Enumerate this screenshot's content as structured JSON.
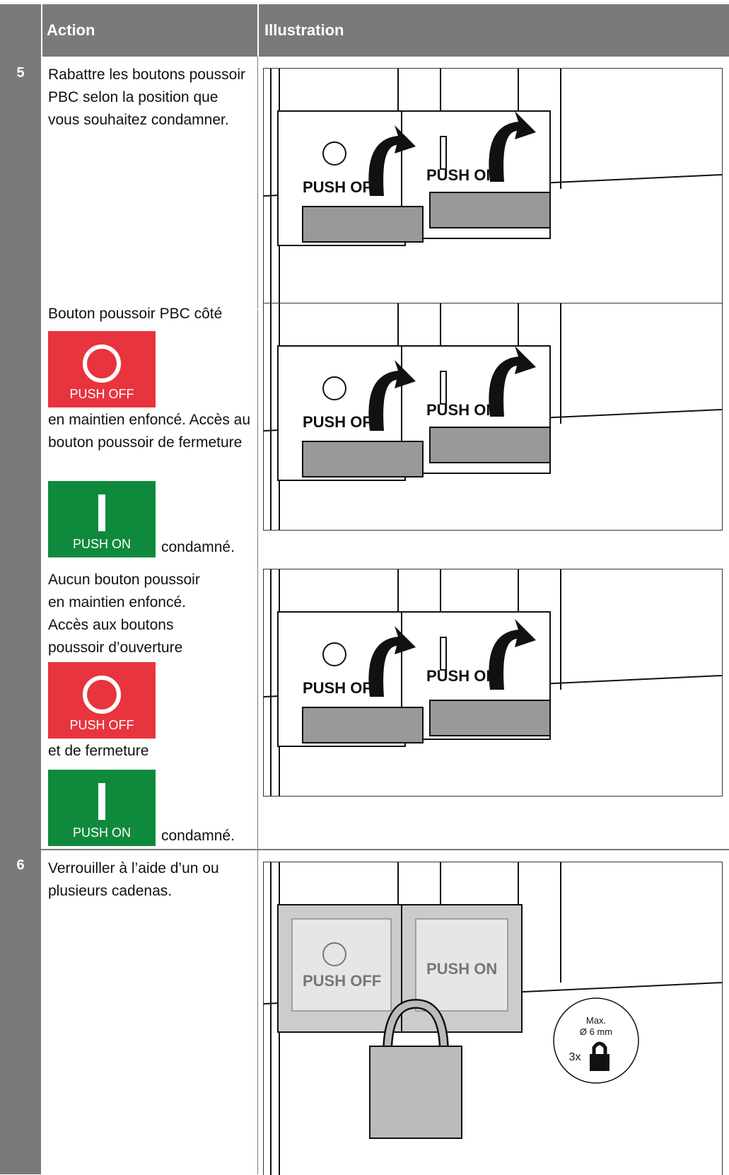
{
  "header": {
    "action": "Action",
    "illustration": "Illustration"
  },
  "steps": [
    {
      "number": "5",
      "text": "Rabattre les boutons poussoir PBC selon la position que vous souhaitez condamner.",
      "illu_labels": {
        "push_off": "PUSH OFF",
        "push_on": "PUSH ON"
      }
    },
    {
      "text_a": "Bouton poussoir PBC côté",
      "text_b": "en maintien enfoncé. Accès au bouton poussoir de fermeture",
      "text_c": "condamné."
    },
    {
      "text_a": "Aucun bouton poussoir en maintien enfoncé. Accès aux boutons poussoir d’ouverture",
      "text_b": "et de fermeture",
      "text_c": "condamné."
    },
    {
      "number": "6",
      "text": "Verrouiller à l’aide d’un ou plusieurs cadenas.",
      "padlock": {
        "max": "Max.",
        "diameter": "Ø 6 mm",
        "count": "3x"
      }
    }
  ],
  "badges": {
    "off_label": "PUSH  OFF",
    "on_label": "PUSH  ON"
  },
  "colors": {
    "header": "#7a7a7a",
    "off": "#e8343f",
    "on": "#0f8a3c"
  }
}
